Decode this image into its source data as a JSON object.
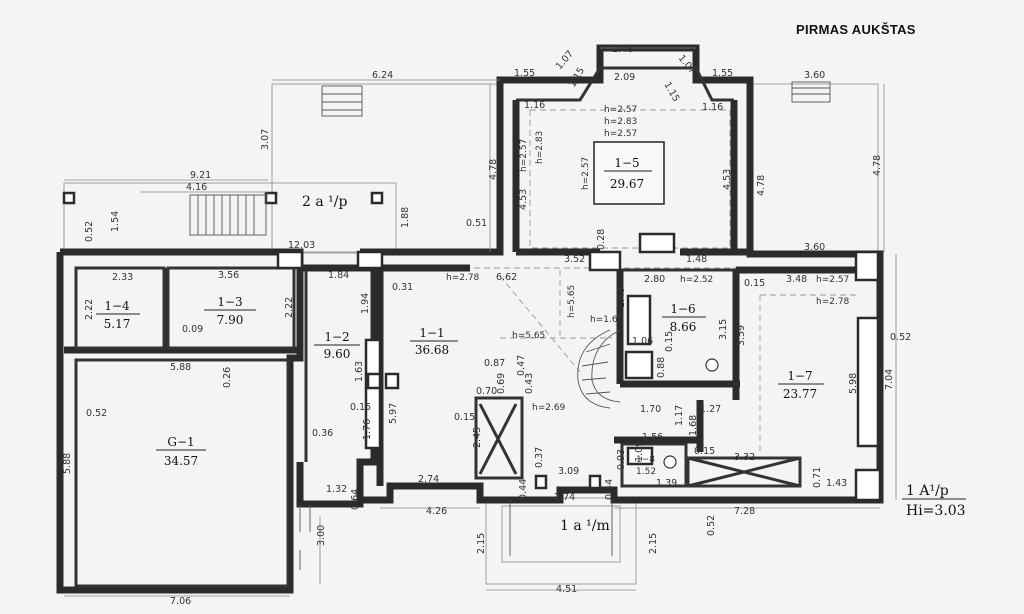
{
  "title": "PIRMAS AUKŠTAS",
  "rooms": [
    {
      "id": "1−1",
      "area": "36.68"
    },
    {
      "id": "1−2",
      "area": "9.60"
    },
    {
      "id": "1−3",
      "area": "7.90"
    },
    {
      "id": "1−4",
      "area": "5.17"
    },
    {
      "id": "1−5",
      "area": "29.67"
    },
    {
      "id": "1−6",
      "area": "8.66"
    },
    {
      "id": "1−7",
      "area": "23.77"
    },
    {
      "id": "1−8",
      "area": "1.52"
    },
    {
      "id": "G−1",
      "area": "34.57"
    }
  ],
  "labels": {
    "terrace_left": "2 a ¹/p",
    "entrance": "1 a ¹/m",
    "floor_code": "1 A¹/p",
    "floor_height": "Hi=3.03"
  },
  "heights": [
    "h=2.57",
    "h=2.83",
    "h=2.57",
    "h=2.57",
    "h=2.83",
    "h=2.57",
    "h=2.78",
    "h=5.65",
    "h=5.65",
    "h=1.60",
    "h=2.69",
    "h=2.52",
    "h=2.57",
    "h=2.78"
  ],
  "dimensions": [
    "6.24",
    "9.21",
    "4.16",
    "3.07",
    "1.54",
    "0.52",
    "1.88",
    "12.03",
    "2.33",
    "3.56",
    "1.84",
    "2.22",
    "0.09",
    "2.22",
    "1.94",
    "0.31",
    "5.88",
    "0.26",
    "0.52",
    "5.88",
    "1.63",
    "0.15",
    "5.97",
    "1.76",
    "0.36",
    "1.32",
    "0.64",
    "2.74",
    "4.26",
    "3.00",
    "7.06",
    "4.78",
    "0.51",
    "1.55",
    "1.07",
    "2.48",
    "1.07",
    "1.55",
    "2.09",
    "1.15",
    "1.15",
    "1.16",
    "1.16",
    "4.53",
    "4.53",
    "4.78",
    "3.60",
    "4.78",
    "0.28",
    "1.48",
    "3.60",
    "3.52",
    "6.62",
    "2.80",
    "0.15",
    "3.48",
    "1.49",
    "1.06",
    "0.15",
    "0.88",
    "3.15",
    "3.59",
    "0.52",
    "5.98",
    "7.04",
    "0.87",
    "0.69",
    "0.47",
    "0.43",
    "0.70",
    "0.15",
    "2.45",
    "0.37",
    "3.09",
    "2.74",
    "0.44",
    "0.44",
    "1.70",
    "1.27",
    "1.17",
    "1.68",
    "1.56",
    "0.93",
    "1.09",
    "1.39",
    "0.15",
    "3.32",
    "0.71",
    "1.43",
    "0.52",
    "7.28",
    "2.15",
    "2.15",
    "4.51"
  ]
}
